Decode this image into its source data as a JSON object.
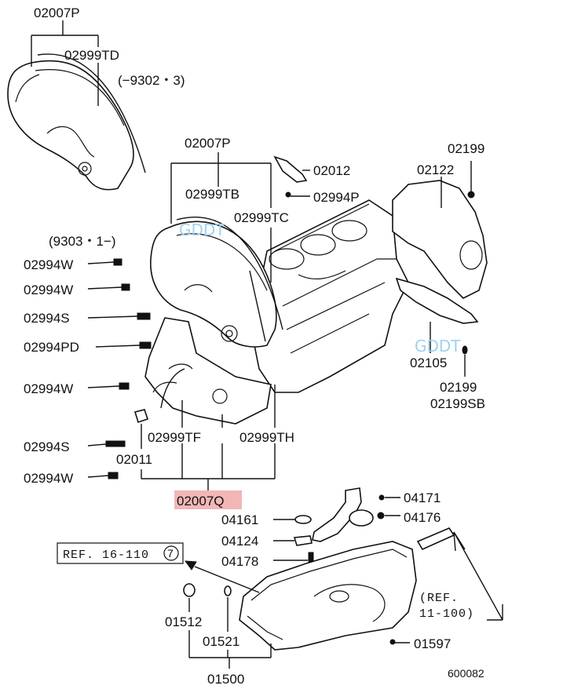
{
  "colors": {
    "ink": "#111111",
    "highlight": "#f2b6b6",
    "watermark": "#9fd3ee"
  },
  "watermark": "GDDT",
  "labels": {
    "p02007p_top": "02007P",
    "p02999td": "02999TD",
    "date_upto": "(−9302・3)",
    "p02007p_mid": "02007P",
    "p02012": "02012",
    "p02994p": "02994P",
    "p02999tb": "02999TB",
    "p02999tc": "02999TC",
    "p02199_top": "02199",
    "p02122": "02122",
    "date_from": "(9303・1−)",
    "p02994w_1": "02994W",
    "p02994w_2": "02994W",
    "p02994s_1": "02994S",
    "p02994pd": "02994PD",
    "p02994w_3": "02994W",
    "p02105": "02105",
    "p02199_bot": "02199",
    "p02199sb": "02199SB",
    "p02999tf": "02999TF",
    "p02999th": "02999TH",
    "p02994s_2": "02994S",
    "p02011": "02011",
    "p02994w_4": "02994W",
    "p02007q": "02007Q",
    "p04171": "04171",
    "p04161": "04161",
    "p04176": "04176",
    "p04124": "04124",
    "p04178": "04178",
    "ref_16": "REF. 16-110",
    "ref_16_circle": "7",
    "ref_11_a": "(REF.",
    "ref_11_b": "11-100)",
    "p01512": "01512",
    "p01521": "01521",
    "p01597": "01597",
    "p01500": "01500",
    "diagram_id": "600082"
  }
}
